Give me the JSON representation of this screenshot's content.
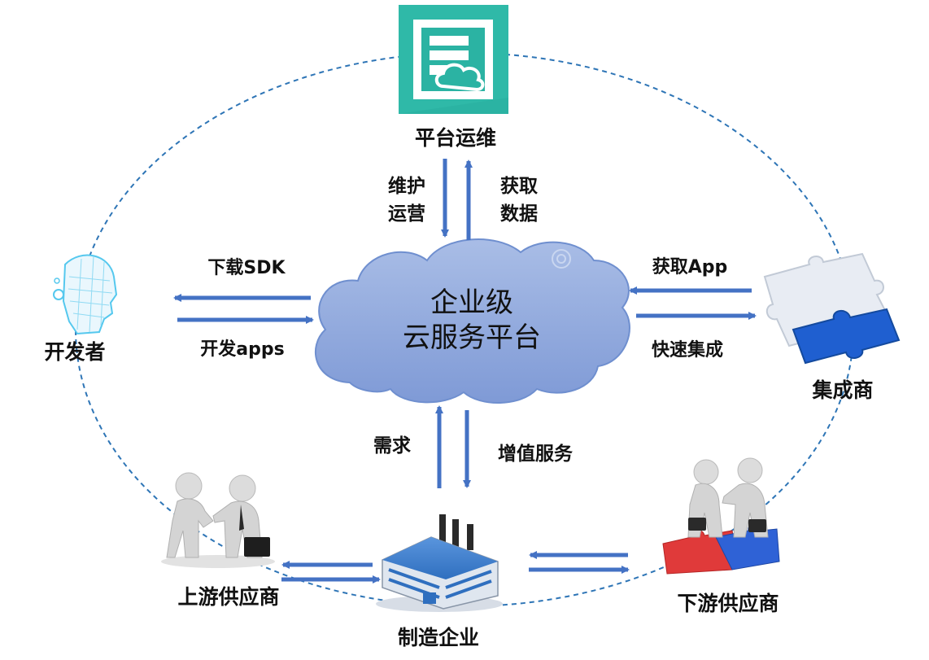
{
  "colors": {
    "arrow": "#4472c4",
    "dashed_ring": "#2e75b6",
    "cloud_fill": "#8fa9dc",
    "cloud_stroke": "#6f8fcf",
    "platform_icon": "#2bb3a3",
    "factory_blue": "#2f6fbf",
    "puzzle_blue": "#1f5fd0",
    "puzzle_red": "#e03a3a"
  },
  "center": {
    "line1": "企业级",
    "line2": "云服务平台"
  },
  "nodes": {
    "platform": {
      "label": "平台运维",
      "icon": "server-cloud-icon"
    },
    "developer": {
      "label": "开发者",
      "icon": "wireframe-head-icon"
    },
    "integrator": {
      "label": "集成商",
      "icon": "puzzle-icon"
    },
    "upstream": {
      "label": "上游供应商",
      "icon": "handshake-icon"
    },
    "downstream": {
      "label": "下游供应商",
      "icon": "handshake-puzzle-icon"
    },
    "manufacturer": {
      "label": "制造企业",
      "icon": "factory-icon"
    }
  },
  "edges": {
    "platform_down_line1": "维护",
    "platform_down_line2": "运营",
    "platform_up_line1": "获取",
    "platform_up_line2": "数据",
    "dev_in": "下载SDK",
    "dev_out": "开发apps",
    "integrator_in": "获取App",
    "integrator_out": "快速集成",
    "mfg_up": "需求",
    "mfg_down": "增值服务"
  }
}
